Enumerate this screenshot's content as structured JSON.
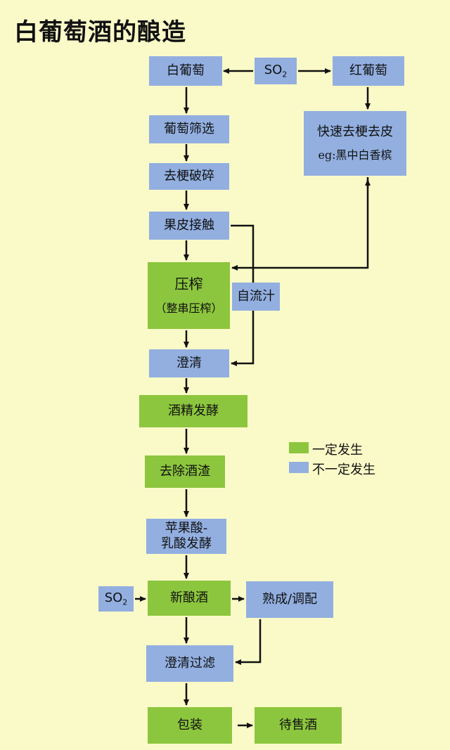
{
  "title": "白葡萄酒的酿造",
  "nodes": {
    "white_grape": "白葡萄",
    "so2_top_main": "SO",
    "so2_top_sub": "2",
    "red_grape": "红葡萄",
    "grape_sort": "葡萄筛选",
    "destem_crush": "去梗破碎",
    "skin_contact": "果皮接触",
    "quick_destem": "快速去梗去皮",
    "quick_destem_eg": "eg:黑中白香槟",
    "press": "压榨",
    "press_sub": "（整串压榨）",
    "free_run": "自流汁",
    "clarify1": "澄清",
    "alcohol_ferment": "酒精发酵",
    "remove_lees": "去除酒渣",
    "mlf_line1": "苹果酸-",
    "mlf_line2": "乳酸发酵",
    "so2_bottom_main": "SO",
    "so2_bottom_sub": "2",
    "new_wine": "新酿酒",
    "aging": "熟成/调配",
    "clarify_filter": "澄清过滤",
    "package": "包装",
    "for_sale": "待售酒"
  },
  "legend": {
    "green_label": "一定发生",
    "blue_label": "不一定发生"
  },
  "colors": {
    "background": "#fafac8",
    "optional_step": "#92afe0",
    "required_step": "#8cc63e",
    "arrow": "#111111"
  }
}
